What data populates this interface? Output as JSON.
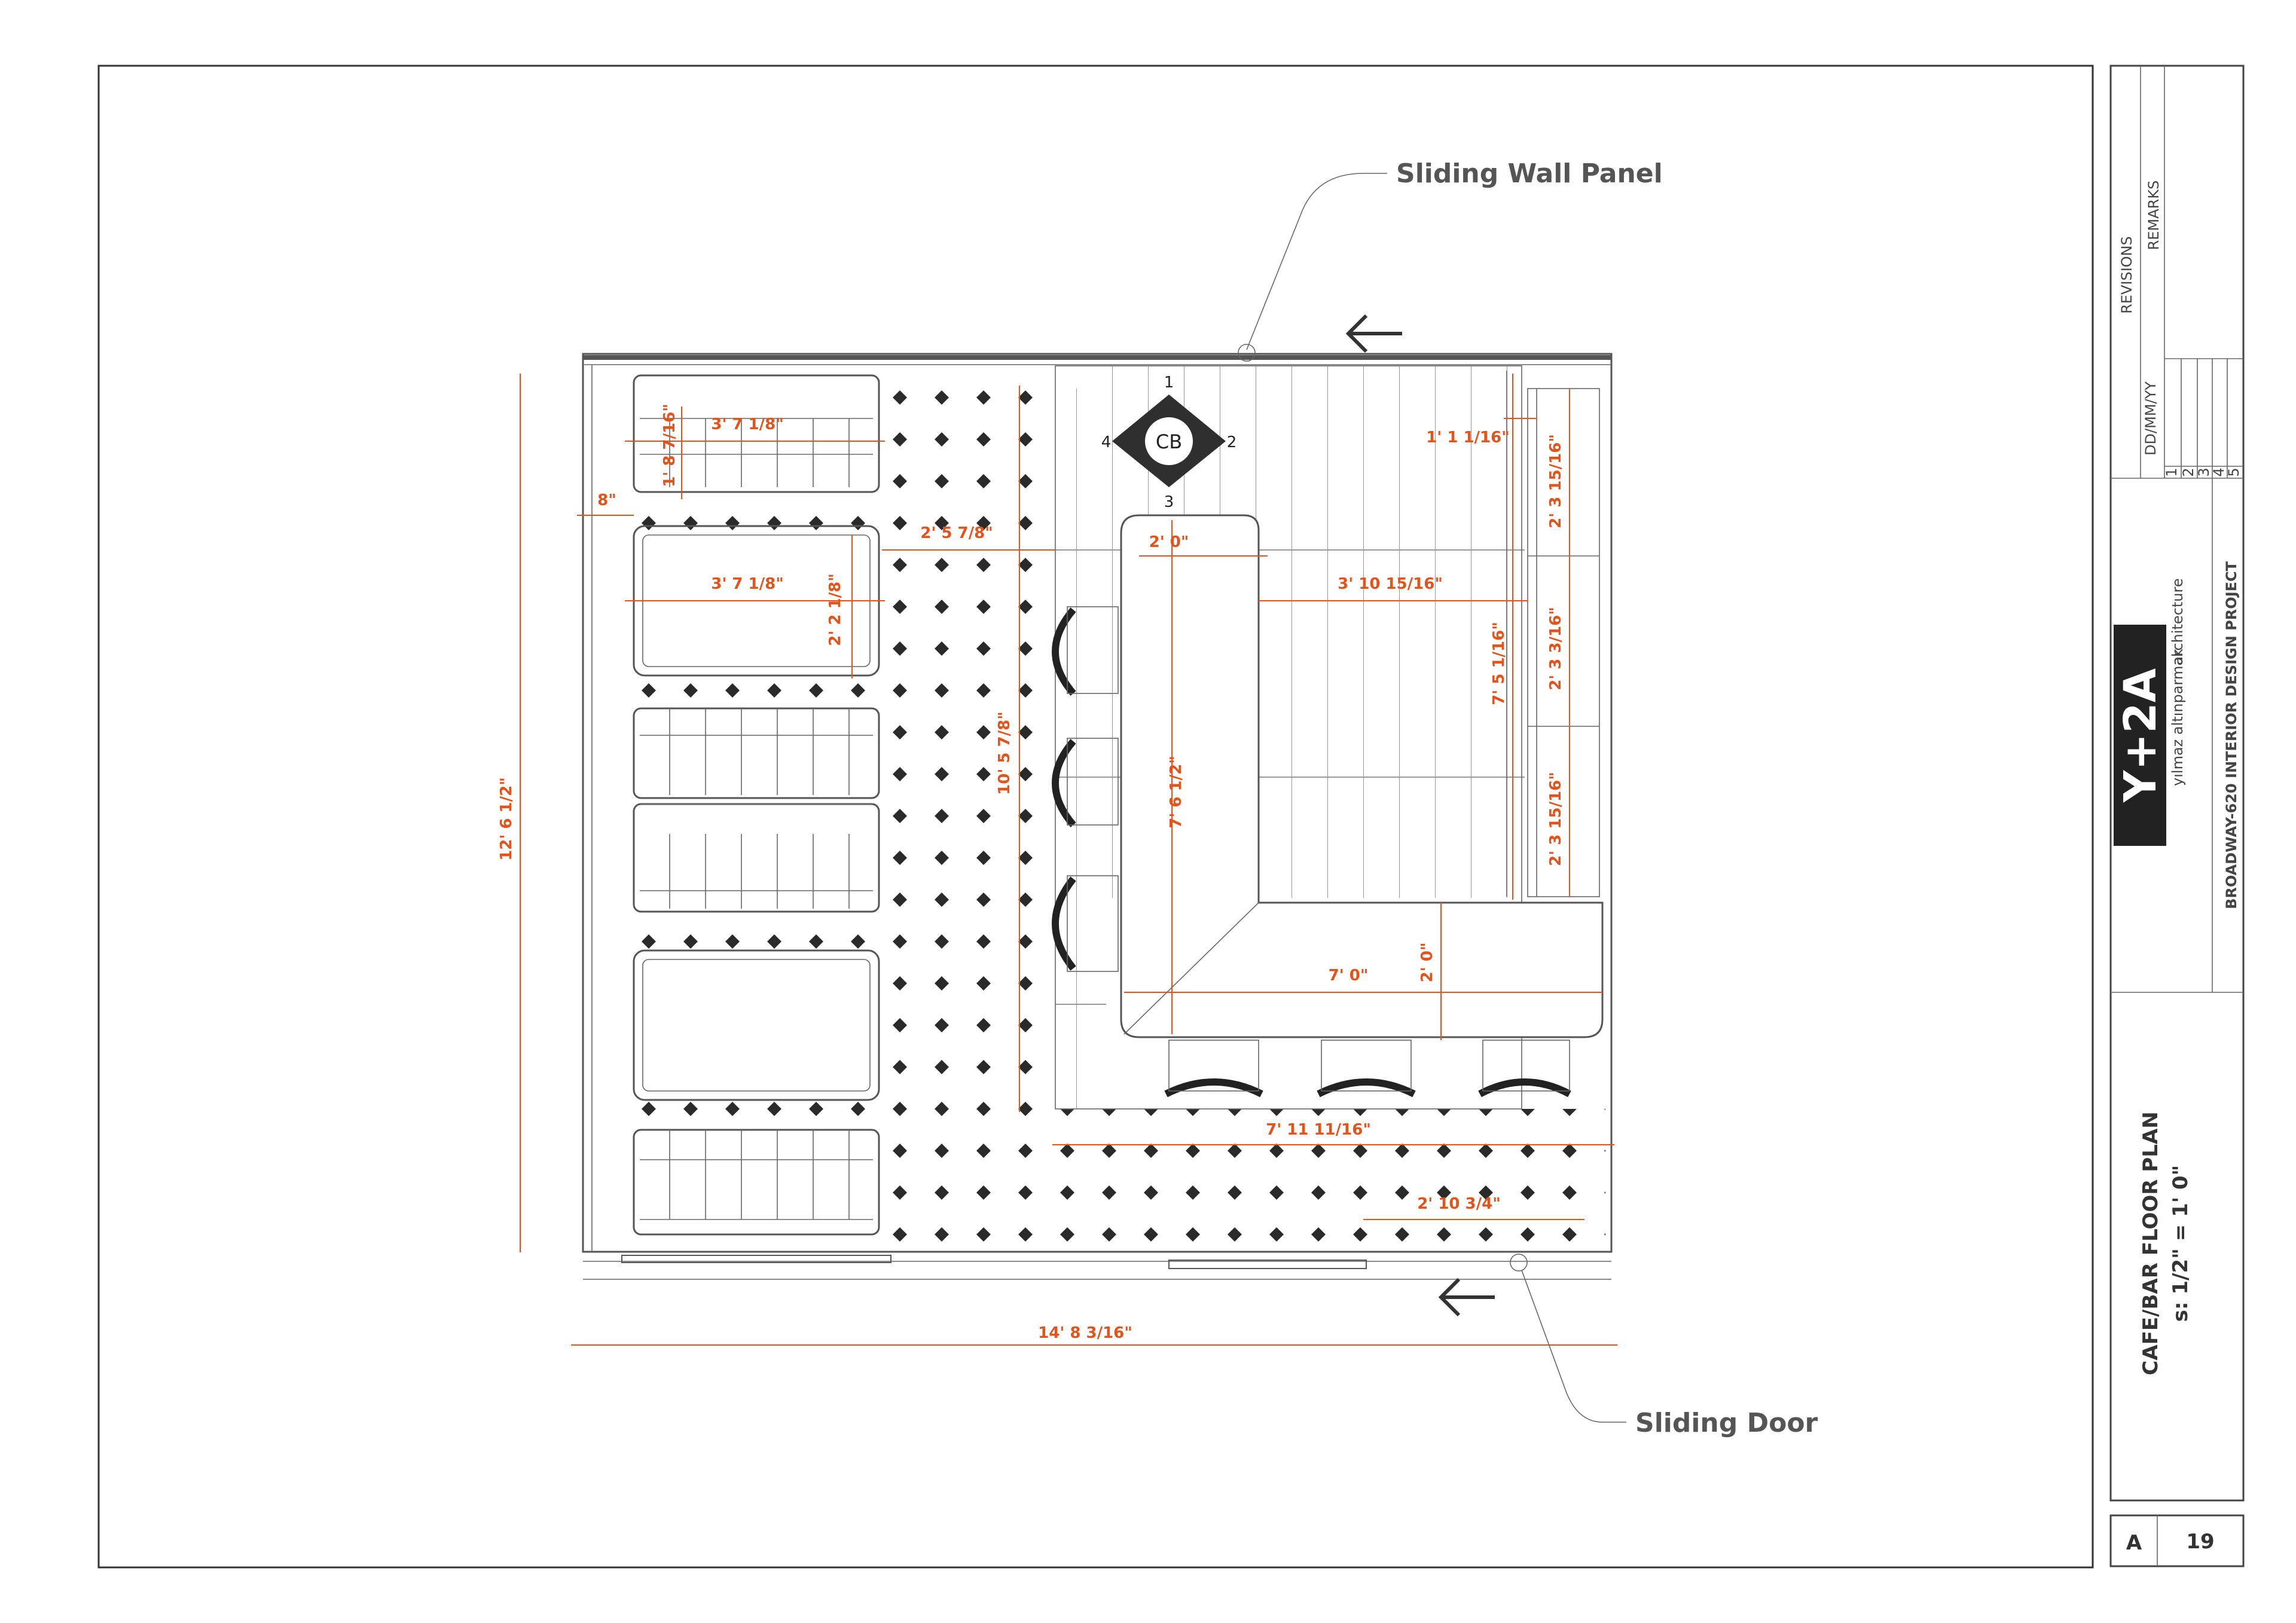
{
  "callouts": {
    "sliding_wall_panel": "Sliding Wall Panel",
    "sliding_door": "Sliding Door"
  },
  "coffee_bar": {
    "label": "CB",
    "n1": "1",
    "n2": "2",
    "n3": "3",
    "n4": "4"
  },
  "dimensions": {
    "d_3_7_1_8_a": "3' 7 1/8\"",
    "d_1_8_7_16": "1' 8 7/16\"",
    "d_8": "8\"",
    "d_2_5_7_8": "2' 5 7/8\"",
    "d_3_7_1_8_b": "3' 7 1/8\"",
    "d_2_2_1_8": "2' 2 1/8\"",
    "d_12_6_1_2": "12' 6 1/2\"",
    "d_10_5_7_8": "10' 5 7/8\"",
    "d_2_0_a": "2' 0\"",
    "d_7_6_1_2": "7' 6 1/2\"",
    "d_1_1_1_16": "1' 1 1/16\"",
    "d_3_10_15_16": "3' 10 15/16\"",
    "d_2_3_15_16_a": "2' 3 15/16\"",
    "d_7_5_1_16": "7' 5 1/16\"",
    "d_2_3_3_16": "2' 3 3/16\"",
    "d_2_3_15_16_b": "2' 3 15/16\"",
    "d_7_0": "7' 0\"",
    "d_2_0_b": "2' 0\"",
    "d_7_11_11_16": "7' 11 11/16\"",
    "d_2_10_3_4": "2' 10 3/4\"",
    "d_14_8_3_16": "14' 8 3/16\""
  },
  "title_block": {
    "revisions_label": "REVISIONS",
    "remarks_label": "REMARKS",
    "date_label": "DD/MM/YY",
    "revision_numbers": [
      "1",
      "2",
      "3",
      "4",
      "5"
    ],
    "logo_text": "Y+2A",
    "firm_name": "yılmaz altınparmak",
    "firm_suffix": "architecture",
    "project_name": "BROADWAY-620 INTERIOR DESIGN PROJECT",
    "drawing_title": "CAFE/BAR FLOOR PLAN",
    "scale": "s: 1/2\" = 1' 0\"",
    "sheet_prefix": "A",
    "sheet_number": "19"
  },
  "colors": {
    "dimension": "#e2541b",
    "logo_background": "#222222",
    "logo_accent": "#7cc242"
  }
}
